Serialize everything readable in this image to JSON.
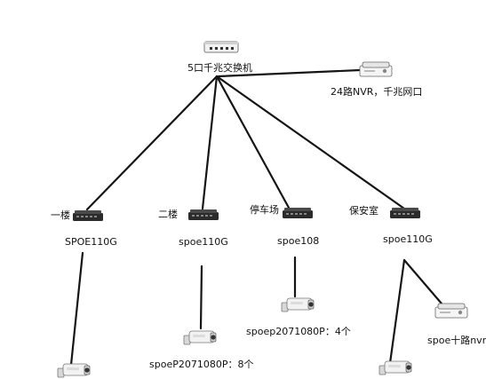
{
  "core_switch": {
    "label": "5口千兆交换机"
  },
  "nvr_main": {
    "label": "24路NVR，千兆网口"
  },
  "floors": [
    {
      "label": "一楼",
      "switch_label": "SPOE110G"
    },
    {
      "label": "二楼",
      "switch_label": "spoe110G"
    },
    {
      "label": "停车场",
      "switch_label": "spoe108"
    },
    {
      "label": "保安室",
      "switch_label": "spoe110G"
    }
  ],
  "cameras": [
    {
      "label": "spoeP2071080P：8个"
    },
    {
      "label": "spoep2071080P：4个"
    }
  ],
  "nvr_secondary": {
    "label": "spoe十路nvr"
  },
  "colors": {
    "line": "#151515",
    "switch": "#2a2a2a",
    "device": "#f4f4f4"
  }
}
